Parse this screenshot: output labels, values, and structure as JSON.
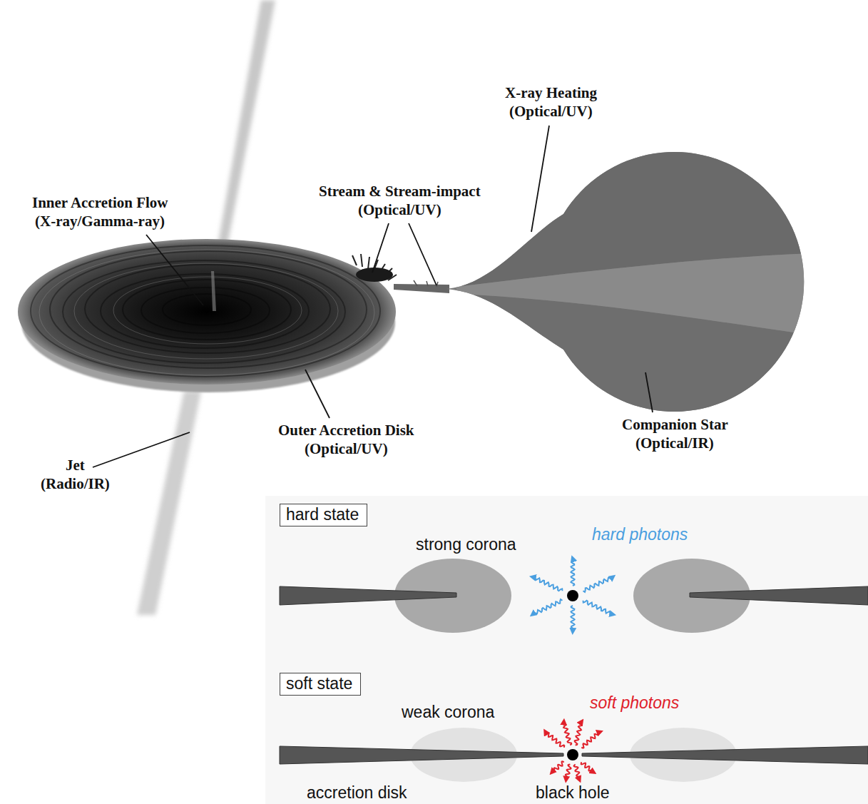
{
  "diagram": {
    "nodes": [
      {
        "text": [
          "hard state"
        ]
      },
      {
        "text": [
          "soft state"
        ]
      }
    ],
    "labels": [
      "Inner Accretion Flow",
      "(X-ray/Gamma-ray)",
      "Stream & Stream-impact",
      "(Optical/UV)",
      "X-ray Heating",
      "(Optical/UV)",
      "Outer Accretion Disk",
      "(Optical/UV)",
      "Companion Star",
      "(Optical/IR)",
      "Jet",
      "(Radio/IR)",
      "strong corona",
      "hard photons",
      "weak corona",
      "soft photons",
      "accretion disk",
      "black hole"
    ]
  }
}
